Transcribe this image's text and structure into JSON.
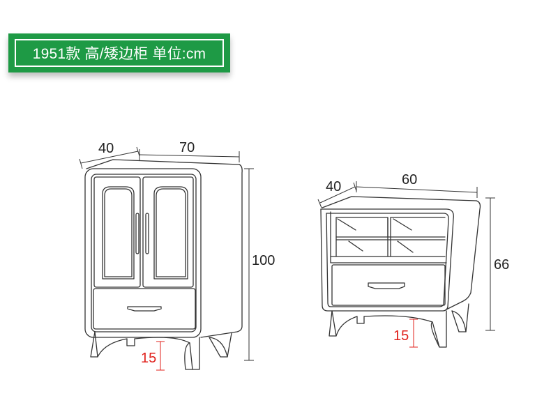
{
  "header": {
    "title": "1951款 高/矮边柜 单位:cm"
  },
  "tall_cabinet": {
    "depth": "40",
    "width": "70",
    "height": "100",
    "leg_height": "15"
  },
  "short_cabinet": {
    "depth": "40",
    "width": "60",
    "height": "66",
    "leg_height": "15"
  },
  "colors": {
    "banner": "#1e9a45",
    "accent": "#e0201b",
    "line": "#333333"
  }
}
